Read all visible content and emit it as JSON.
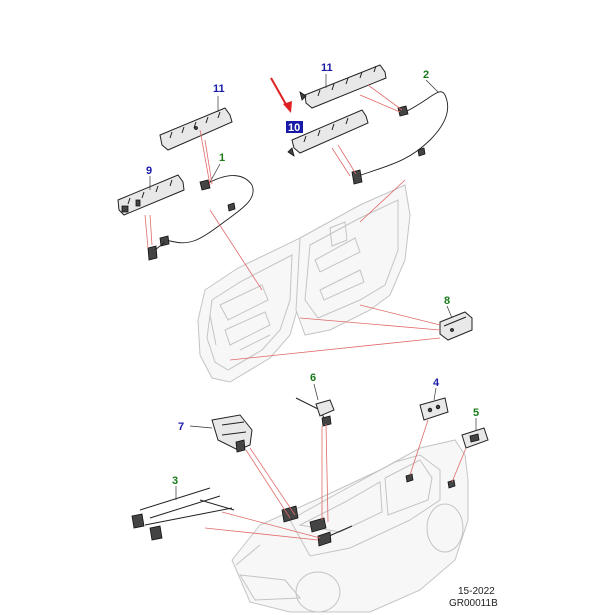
{
  "callouts": {
    "c11a": "11",
    "c11b": "11",
    "c10": "10",
    "c9": "9",
    "c1": "1",
    "c2": "2",
    "c8": "8",
    "c6": "6",
    "c4": "4",
    "c5": "5",
    "c7": "7",
    "c3": "3"
  },
  "footer": {
    "date": "15-2022",
    "code": "GR00011B"
  },
  "colors": {
    "callout_blue": "#1a1aa8",
    "callout_green": "#1a7a1a",
    "highlight_box": "#1a1aa8",
    "arrow": "#e02020",
    "leader": "#e06a6a"
  }
}
